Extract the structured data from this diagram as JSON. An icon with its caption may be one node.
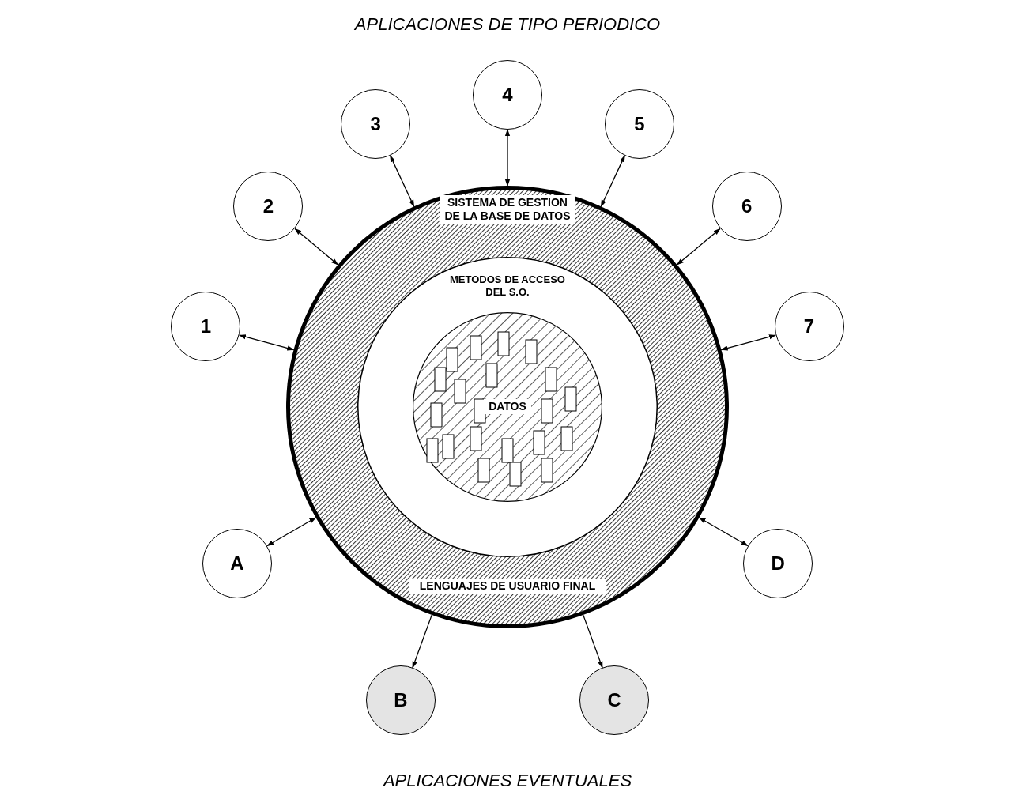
{
  "diagram": {
    "nodes": [
      {
        "text": [
          "SISTEMA DE GESTION DE LA BASE DE DATOS",
          "LENGUAJES DE USUARIO FINAL"
        ]
      },
      {
        "text": [
          "METODOS DE ACCESO DEL S.O."
        ],
        "in": 0
      },
      {
        "text": [
          "DATOS"
        ],
        "in": 1
      },
      {
        "text": [
          "1"
        ]
      },
      {
        "text": [
          "2"
        ]
      },
      {
        "text": [
          "3"
        ]
      },
      {
        "text": [
          "4"
        ]
      },
      {
        "text": [
          "5"
        ]
      },
      {
        "text": [
          "6"
        ]
      },
      {
        "text": [
          "7"
        ]
      },
      {
        "text": [
          "A"
        ]
      },
      {
        "text": [
          "B"
        ]
      },
      {
        "text": [
          "C"
        ]
      },
      {
        "text": [
          "D"
        ]
      }
    ],
    "edges": [
      {
        "from": 3,
        "to": 0,
        "arrow": "both"
      },
      {
        "from": 4,
        "to": 0,
        "arrow": "both"
      },
      {
        "from": 5,
        "to": 0,
        "arrow": "both"
      },
      {
        "from": 6,
        "to": 0,
        "arrow": "both"
      },
      {
        "from": 7,
        "to": 0,
        "arrow": "both"
      },
      {
        "from": 8,
        "to": 0,
        "arrow": "both"
      },
      {
        "from": 9,
        "to": 0,
        "arrow": "both"
      },
      {
        "from": 10,
        "to": 0,
        "arrow": "both"
      },
      {
        "from": 0,
        "to": 11,
        "arrow": "to"
      },
      {
        "from": 0,
        "to": 12,
        "arrow": "to"
      },
      {
        "from": 13,
        "to": 0,
        "arrow": "both"
      }
    ],
    "labels": [
      "APLICACIONES DE TIPO PERIODICO",
      "APLICACIONES EVENTUALES"
    ]
  }
}
